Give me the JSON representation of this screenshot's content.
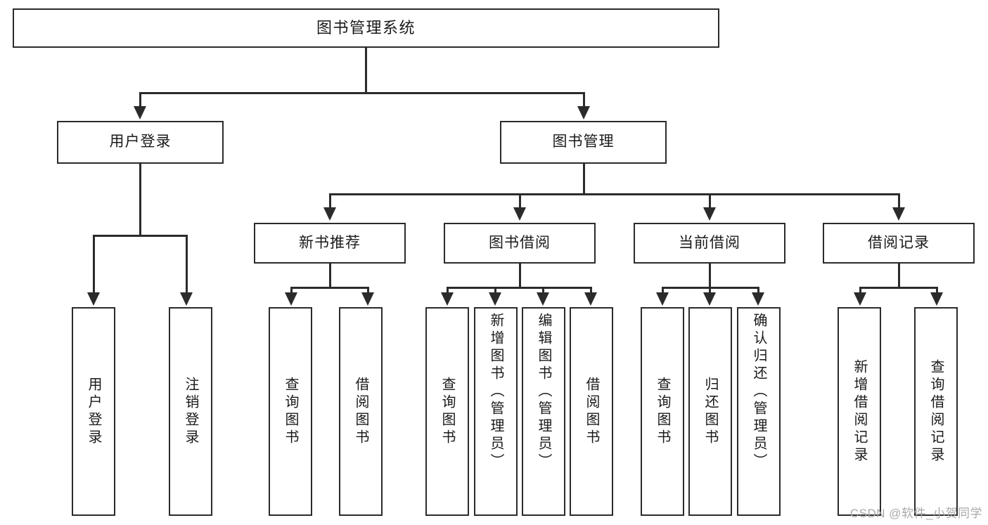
{
  "diagram": {
    "title": "图书管理系统",
    "type": "tree-hierarchy",
    "nodes": {
      "root": {
        "label": "图书管理系统"
      },
      "level2": [
        {
          "id": "user-login",
          "label": "用户登录"
        },
        {
          "id": "book-management",
          "label": "图书管理"
        }
      ],
      "level3": [
        {
          "id": "new-book-recommend",
          "label": "新书推荐"
        },
        {
          "id": "book-borrow",
          "label": "图书借阅"
        },
        {
          "id": "current-borrow",
          "label": "当前借阅"
        },
        {
          "id": "borrow-record",
          "label": "借阅记录"
        }
      ],
      "leaves": {
        "user_login": [
          {
            "id": "leaf-user-login",
            "label": "用户登录"
          },
          {
            "id": "leaf-logout-login",
            "label": "注销登录"
          }
        ],
        "new_book_recommend": [
          {
            "id": "leaf-query-book-1",
            "label": "查询图书"
          },
          {
            "id": "leaf-borrow-book-1",
            "label": "借阅图书"
          }
        ],
        "book_borrow": [
          {
            "id": "leaf-query-book-2",
            "label": "查询图书"
          },
          {
            "id": "leaf-add-book",
            "label": "新增图书（管理员）"
          },
          {
            "id": "leaf-edit-book",
            "label": "编辑图书（管理员）"
          },
          {
            "id": "leaf-borrow-book-2",
            "label": "借阅图书"
          }
        ],
        "current_borrow": [
          {
            "id": "leaf-query-book-3",
            "label": "查询图书"
          },
          {
            "id": "leaf-return-book",
            "label": "归还图书"
          },
          {
            "id": "leaf-confirm-return",
            "label": "确认归还（管理员）"
          }
        ],
        "borrow_record": [
          {
            "id": "leaf-add-record",
            "label": "新增借阅记录"
          },
          {
            "id": "leaf-query-record",
            "label": "查询借阅记录"
          }
        ]
      }
    },
    "colors": {
      "stroke": "#2b2b2b",
      "fill": "#ffffff",
      "text": "#1a1a1a",
      "watermark": "#a9a9a9"
    }
  },
  "watermark": {
    "text": "CSDN @软件_小贺同学"
  }
}
